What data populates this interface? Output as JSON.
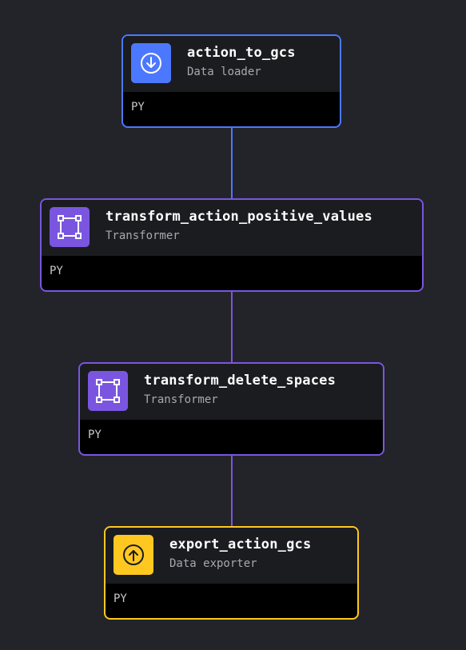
{
  "theme": {
    "background": "#232429",
    "loader_color": "#4c78ff",
    "transformer_color": "#7a56e0",
    "exporter_color": "#ffc821"
  },
  "pipeline": {
    "blocks": [
      {
        "name": "action_to_gcs",
        "type": "Data loader",
        "language": "PY",
        "icon": "download-arrow-icon",
        "color": "#4c78ff"
      },
      {
        "name": "transform_action_positive_values",
        "type": "Transformer",
        "language": "PY",
        "icon": "transform-square-icon",
        "color": "#7a56e0"
      },
      {
        "name": "transform_delete_spaces",
        "type": "Transformer",
        "language": "PY",
        "icon": "transform-square-icon",
        "color": "#7a56e0"
      },
      {
        "name": "export_action_gcs",
        "type": "Data exporter",
        "language": "PY",
        "icon": "upload-arrow-icon",
        "color": "#ffc821"
      }
    ],
    "edges": [
      {
        "from": "action_to_gcs",
        "to": "transform_action_positive_values",
        "color": "#4c78ff"
      },
      {
        "from": "transform_action_positive_values",
        "to": "transform_delete_spaces",
        "color": "#7a56e0"
      },
      {
        "from": "transform_delete_spaces",
        "to": "export_action_gcs",
        "color": "#7a56e0"
      }
    ]
  }
}
